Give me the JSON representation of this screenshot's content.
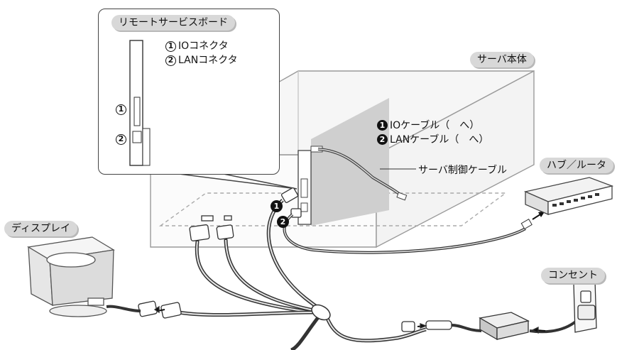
{
  "board_panel": {
    "title": "リモートサービスボード",
    "legend": [
      {
        "marker": "1",
        "text": "IOコネクタ"
      },
      {
        "marker": "2",
        "text": "LANコネクタ"
      }
    ],
    "marker1": "1",
    "marker2": "2"
  },
  "server": {
    "title": "サーバ本体",
    "cables": [
      {
        "marker": "1",
        "text": "IOケーブル（　へ）"
      },
      {
        "marker": "2",
        "text": "LANケーブル（　へ）"
      }
    ],
    "control_cable": "サーバ制御ケーブル"
  },
  "callouts": {
    "io": "1",
    "lan": "2"
  },
  "labels": {
    "hub": "ハブ／ルータ",
    "display": "ディスプレイ",
    "outlet": "コンセント"
  }
}
